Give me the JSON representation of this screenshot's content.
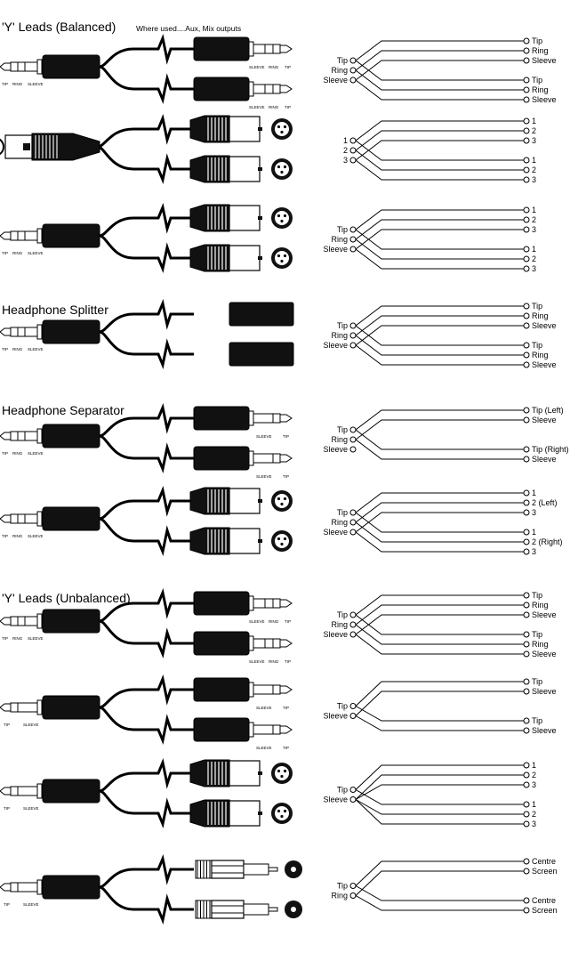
{
  "headings": {
    "balanced": "'Y' Leads (Balanced)",
    "usage_note": "Where used....Aux, Mix outputs",
    "headphone_splitter": "Headphone Splitter",
    "headphone_separator": "Headphone Separator",
    "unbalanced": "'Y' Leads (Unbalanced)"
  },
  "plug_labels": {
    "trs": [
      "TIP",
      "RING",
      "SLEEVE"
    ],
    "trs_reversed": [
      "SLEEVE",
      "RING",
      "TIP"
    ],
    "ts": [
      "TIP",
      "SLEEVE"
    ],
    "ts_reversed": [
      "SLEEVE",
      "TIP"
    ]
  },
  "sections": [
    {
      "id": "trs-to-2trs",
      "left_plug": "trs",
      "right_plug": "trs",
      "source_pins": [
        "Tip",
        "Ring",
        "Sleeve"
      ],
      "outputs": [
        [
          "Tip",
          "Ring",
          "Sleeve"
        ],
        [
          "Tip",
          "Ring",
          "Sleeve"
        ]
      ]
    },
    {
      "id": "xlr-to-2xlr",
      "left_plug": "xlr",
      "right_plug": "xlr",
      "source_pins": [
        "1",
        "2",
        "3"
      ],
      "outputs": [
        [
          "1",
          "2",
          "3"
        ],
        [
          "1",
          "2",
          "3"
        ]
      ]
    },
    {
      "id": "trs-to-2xlr",
      "left_plug": "trs",
      "right_plug": "xlr",
      "source_pins": [
        "Tip",
        "Ring",
        "Sleeve"
      ],
      "outputs": [
        [
          "1",
          "2",
          "3"
        ],
        [
          "1",
          "2",
          "3"
        ]
      ]
    },
    {
      "id": "headphone-splitter",
      "left_plug": "trs",
      "right_plug": "socket",
      "source_pins": [
        "Tip",
        "Ring",
        "Sleeve"
      ],
      "outputs": [
        [
          "Tip",
          "Ring",
          "Sleeve"
        ],
        [
          "Tip",
          "Ring",
          "Sleeve"
        ]
      ]
    },
    {
      "id": "headphone-separator-ts",
      "left_plug": "trs",
      "right_plug": "ts",
      "source_pins": [
        "Tip",
        "Ring",
        "Sleeve"
      ],
      "outputs": [
        [
          "Tip (Left)",
          "Sleeve"
        ],
        [
          "Tip (Right)",
          "Sleeve"
        ]
      ]
    },
    {
      "id": "headphone-separator-xlr",
      "left_plug": "trs",
      "right_plug": "xlr",
      "source_pins": [
        "Tip",
        "Ring",
        "Sleeve"
      ],
      "outputs": [
        [
          "1",
          "2 (Left)",
          "3"
        ],
        [
          "1",
          "2 (Right)",
          "3"
        ]
      ]
    },
    {
      "id": "unbalanced-trs",
      "left_plug": "trs",
      "right_plug": "trs",
      "source_pins": [
        "Tip",
        "Ring",
        "Sleeve"
      ],
      "outputs": [
        [
          "Tip",
          "Ring",
          "Sleeve"
        ],
        [
          "Tip",
          "Ring",
          "Sleeve"
        ]
      ]
    },
    {
      "id": "unbalanced-ts",
      "left_plug": "ts",
      "right_plug": "ts",
      "source_pins": [
        "Tip",
        "Sleeve"
      ],
      "outputs": [
        [
          "Tip",
          "Sleeve"
        ],
        [
          "Tip",
          "Sleeve"
        ]
      ]
    },
    {
      "id": "unbalanced-xlr",
      "left_plug": "ts",
      "right_plug": "xlr",
      "source_pins": [
        "Tip",
        "Sleeve"
      ],
      "outputs": [
        [
          "1",
          "2",
          "3"
        ],
        [
          "1",
          "2",
          "3"
        ]
      ]
    },
    {
      "id": "unbalanced-rca",
      "left_plug": "ts",
      "right_plug": "rca",
      "source_pins": [
        "Tip",
        "Ring"
      ],
      "outputs": [
        [
          "Centre",
          "Screen"
        ],
        [
          "Centre",
          "Screen"
        ]
      ]
    }
  ]
}
